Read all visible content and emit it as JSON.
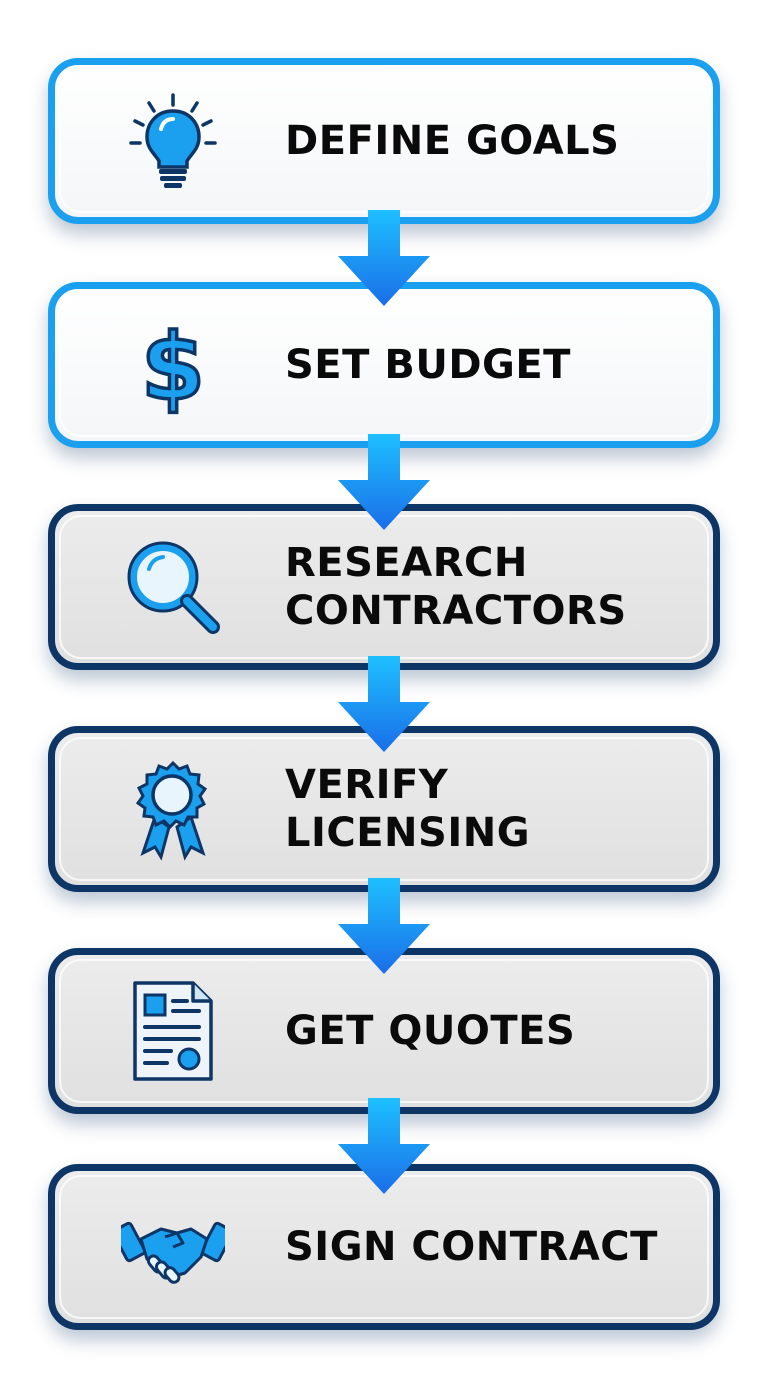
{
  "steps": [
    {
      "label": "DEFINE GOALS",
      "icon": "lightbulb-icon",
      "state": "active"
    },
    {
      "label": "SET BUDGET",
      "icon": "dollar-sign-icon",
      "state": "active"
    },
    {
      "label": "RESEARCH\nCONTRACTORS",
      "icon": "magnifying-glass-icon",
      "state": "plain"
    },
    {
      "label": "VERIFY\nLICENSING",
      "icon": "award-ribbon-icon",
      "state": "plain"
    },
    {
      "label": "GET QUOTES",
      "icon": "document-icon",
      "state": "plain"
    },
    {
      "label": "SIGN CONTRACT",
      "icon": "handshake-icon",
      "state": "plain"
    }
  ],
  "colors": {
    "accent_blue": "#1aa0ef",
    "dark_navy": "#0d3566",
    "arrow_top": "#1ec0ff",
    "arrow_bottom": "#1a6ee8"
  }
}
